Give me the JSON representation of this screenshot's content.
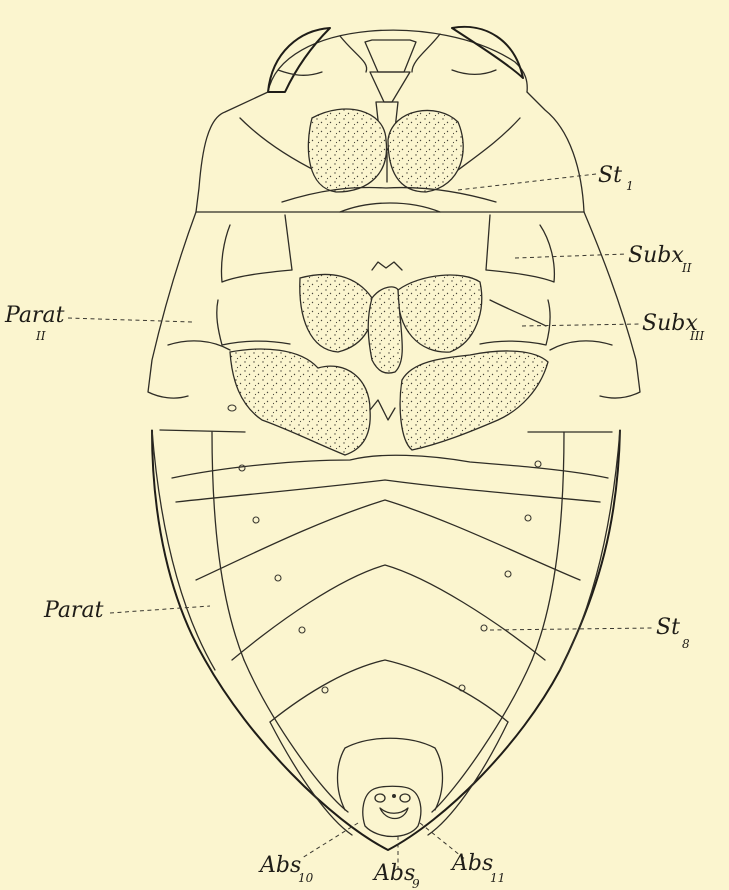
{
  "labels": {
    "st1": {
      "main": "St",
      "sub": "1"
    },
    "subx2": {
      "main": "Subx",
      "sub": "II"
    },
    "subx3": {
      "main": "Subx",
      "sub": "III"
    },
    "parat2": {
      "main": "Parat",
      "sub": "II"
    },
    "parat": {
      "main": "Parat",
      "sub": ""
    },
    "st8": {
      "main": "St",
      "sub": "8"
    },
    "abs10": {
      "main": "Abs",
      "sub": "10"
    },
    "abs9": {
      "main": "Abs",
      "sub": "9"
    },
    "abs11": {
      "main": "Abs",
      "sub": "11"
    }
  }
}
